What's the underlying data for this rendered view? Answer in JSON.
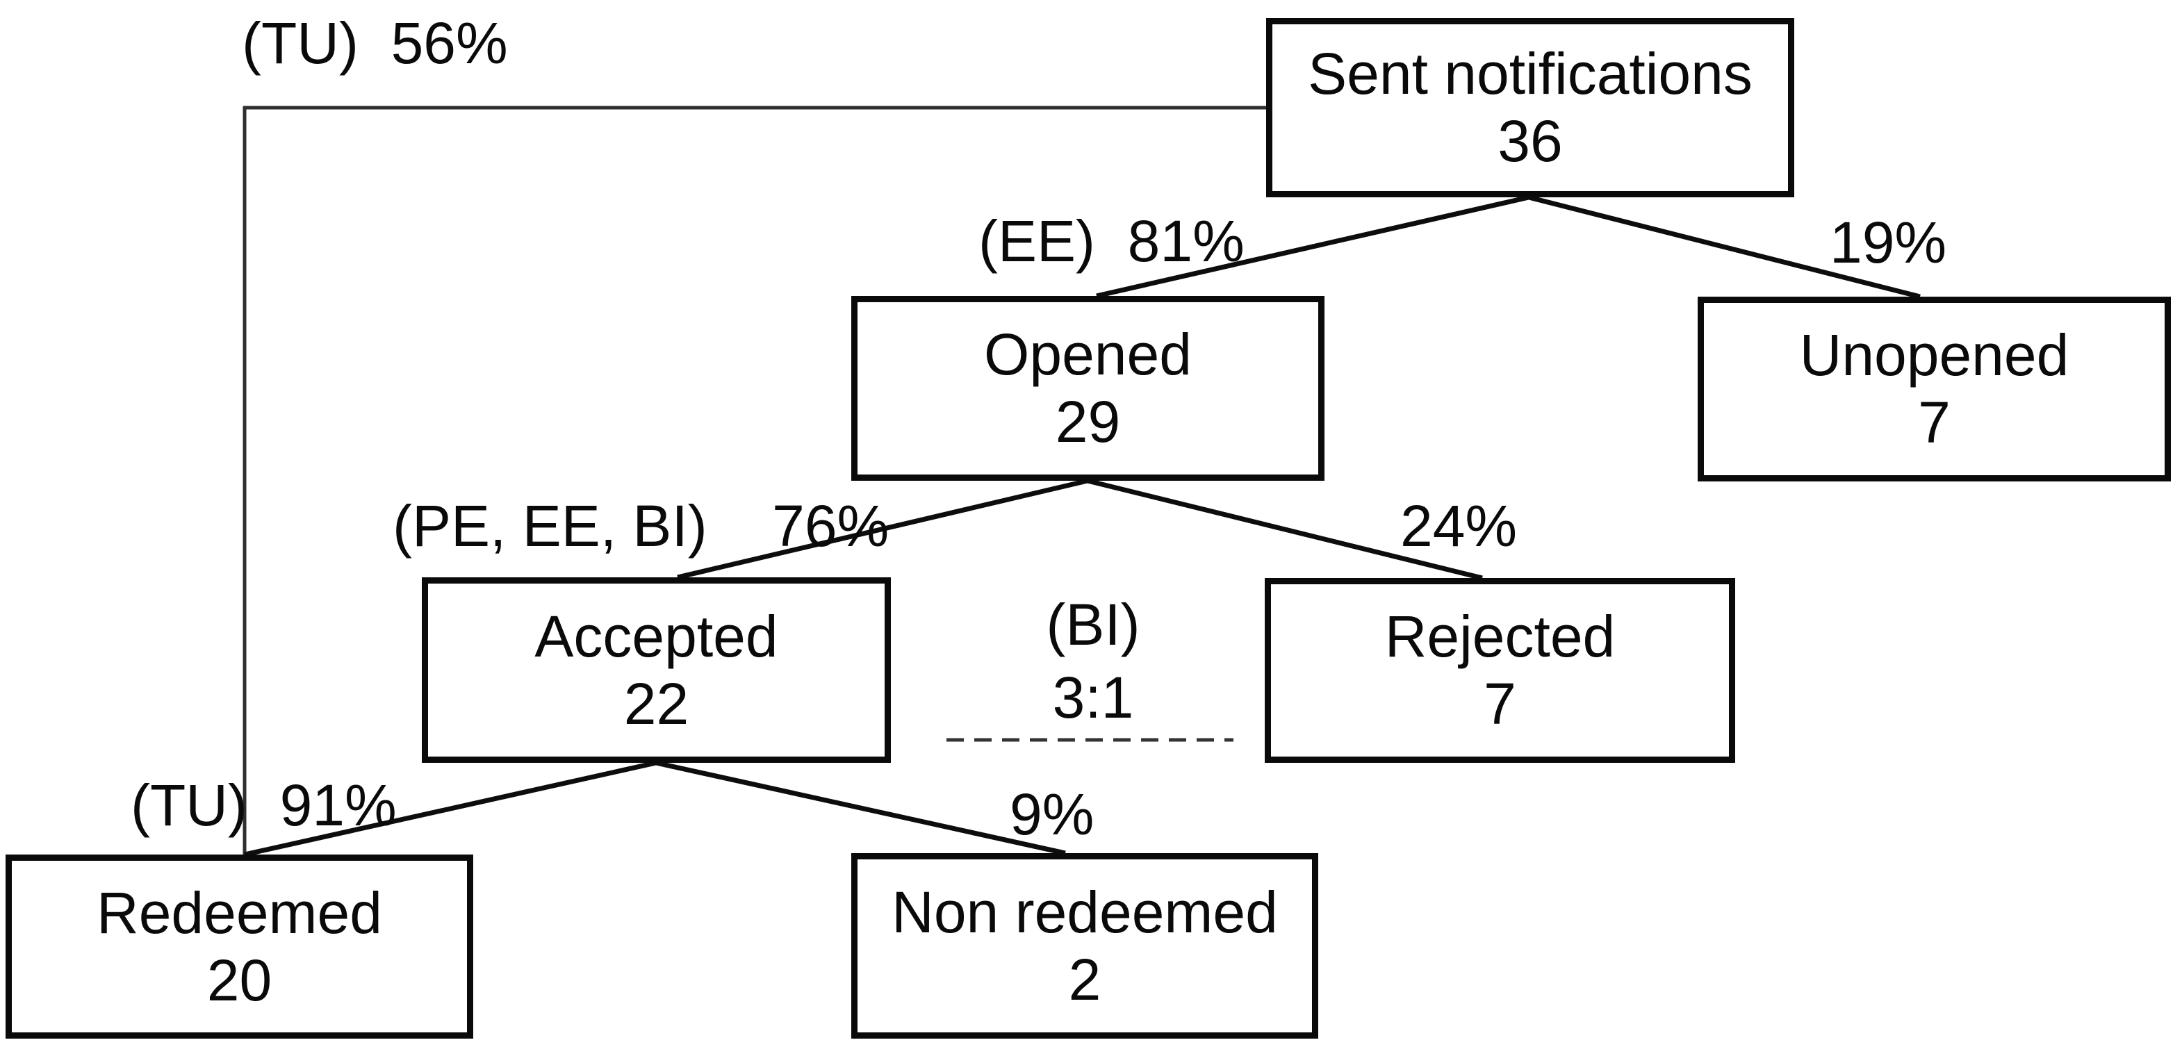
{
  "diagram_description": "Notification funnel decision tree",
  "colors": {
    "background": "#ffffff",
    "box_border": "#0a0a0a",
    "text": "#0a0a0a",
    "diagonal_connector": "#0d0d0d",
    "elbow_connector": "#2e2e2e",
    "dashed_divider": "#333333"
  },
  "nodes": {
    "sent": {
      "label": "Sent notifications",
      "value": "36"
    },
    "opened": {
      "label": "Opened",
      "value": "29"
    },
    "unopened": {
      "label": "Unopened",
      "value": "7"
    },
    "accepted": {
      "label": "Accepted",
      "value": "22"
    },
    "rejected": {
      "label": "Rejected",
      "value": "7"
    },
    "redeemed": {
      "label": "Redeemed",
      "value": "20"
    },
    "nonredeemed": {
      "label": "Non redeemed",
      "value": "2"
    }
  },
  "edges": [
    {
      "id": "sent-to-redeemed-overall",
      "from": "Sent notifications",
      "to": "Redeemed",
      "style": "elbow",
      "label": "(TU)  56%"
    },
    {
      "id": "sent-to-opened",
      "from": "Sent notifications",
      "to": "Opened",
      "style": "diagonal",
      "label": "(EE)  81%"
    },
    {
      "id": "sent-to-unopened",
      "from": "Sent notifications",
      "to": "Unopened",
      "style": "diagonal",
      "label": "19%"
    },
    {
      "id": "opened-to-accepted",
      "from": "Opened",
      "to": "Accepted",
      "style": "diagonal",
      "label": "(PE, EE, BI)    76%"
    },
    {
      "id": "opened-to-rejected",
      "from": "Opened",
      "to": "Rejected",
      "style": "diagonal",
      "label": "24%"
    },
    {
      "id": "accepted-rejected-ratio",
      "from": "Accepted",
      "to": "Rejected",
      "style": "dashed-divider",
      "label": "(BI)",
      "label2": "3:1"
    },
    {
      "id": "accepted-to-redeemed",
      "from": "Accepted",
      "to": "Redeemed",
      "style": "diagonal",
      "label": "(TU)  91%"
    },
    {
      "id": "accepted-to-nonredeemed",
      "from": "Accepted",
      "to": "Non redeemed",
      "style": "diagonal",
      "label": "9%"
    }
  ]
}
